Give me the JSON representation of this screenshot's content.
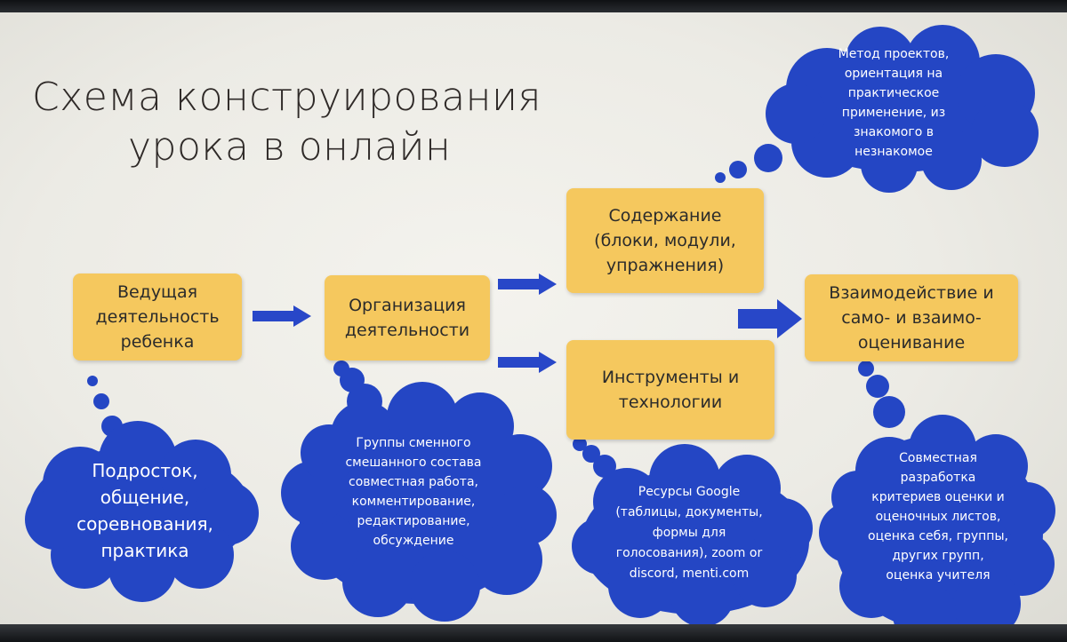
{
  "title": {
    "line1": "Схема конструирования",
    "line2": "урока в онлайн"
  },
  "boxes": {
    "leading": "Ведущая деятельность ребенка",
    "organization": "Организация деятельности",
    "content": "Содержание (блоки, модули, упражнения)",
    "tools": "Инструменты и технологии",
    "interaction": "Взаимодействие и само- и взаимо- оценивание"
  },
  "clouds": {
    "projects": "Метод проектов, ориентация на практическое применение, из знакомого в незнакомое",
    "teen": "Подросток, общение, соревнования, практика",
    "groups": "Группы сменного смешанного состава совместная работа, комментирование, редактирование, обсуждение",
    "resources": "Ресурсы Google (таблицы, документы, формы для голосования), zoom or discord, menti.com",
    "criteria": "Совместная разработка критериев оценки и оценочных листов, оценка себя, группы, других групп, оценка учителя"
  },
  "colors": {
    "box_fill": "#f5c85e",
    "cloud_fill": "#2446c4",
    "arrow_fill": "#2847c8",
    "background": "#efeee9"
  }
}
